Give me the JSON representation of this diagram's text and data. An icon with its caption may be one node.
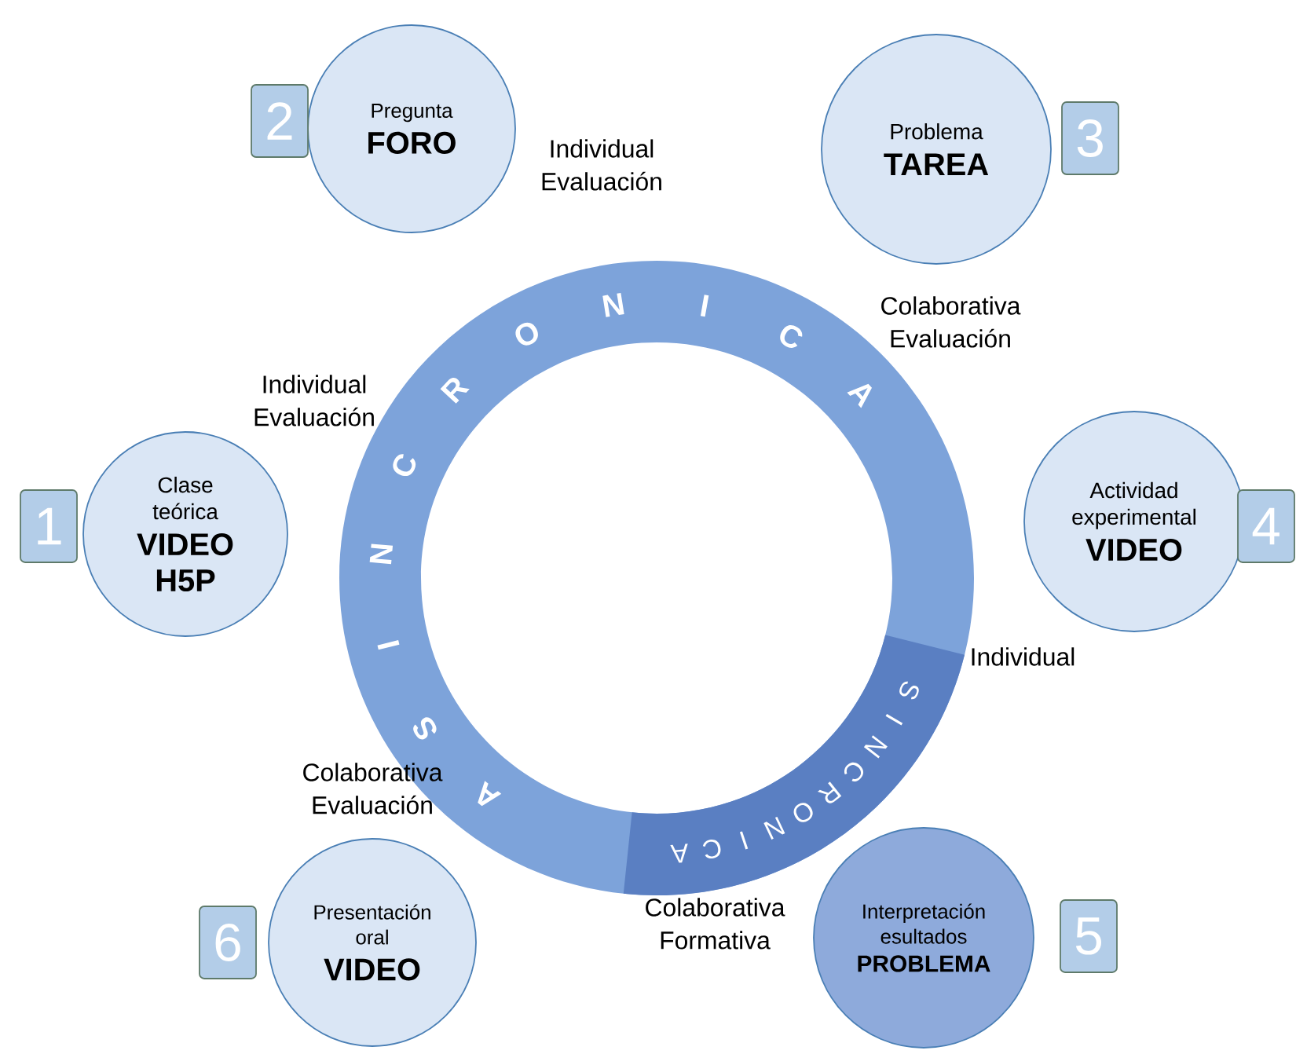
{
  "diagram": {
    "nodes": [
      {
        "text": [
          "ASINCRONICA"
        ]
      },
      {
        "text": [
          "SINCRONICA"
        ],
        "in": 0
      },
      {
        "text": [
          "Clase teórica",
          "VIDEO H5P"
        ],
        "beside": [
          "1"
        ]
      },
      {
        "text": [
          "Pregunta",
          "FORO"
        ],
        "beside": [
          "2"
        ]
      },
      {
        "text": [
          "Problema",
          "TAREA"
        ],
        "beside": [
          "3"
        ]
      },
      {
        "text": [
          "Actividad experimental",
          "VIDEO"
        ],
        "beside": [
          "4"
        ]
      },
      {
        "text": [
          "Interpretación esultados",
          "PROBLEMA"
        ],
        "beside": [
          "5"
        ]
      },
      {
        "text": [
          "Presentación oral",
          "VIDEO"
        ],
        "beside": [
          "6"
        ]
      }
    ],
    "labels": [
      "Individual Evaluación",
      "Colaborativa Evaluación",
      "Individual Evaluación",
      "Individual",
      "Colaborativa Evaluación",
      "Colaborativa Formativa"
    ]
  }
}
